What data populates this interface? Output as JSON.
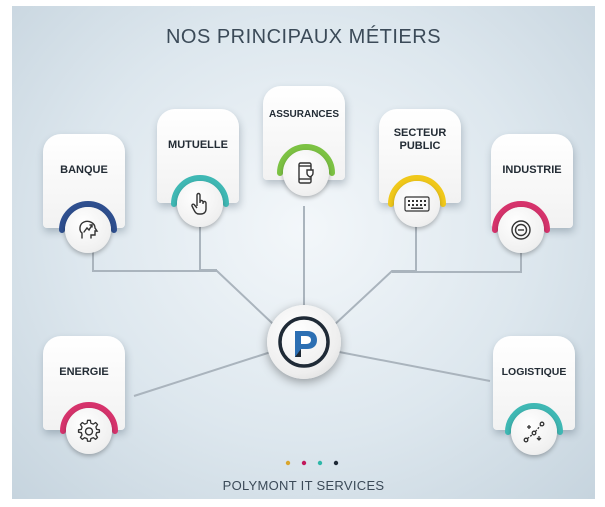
{
  "title": "NOS PRINCIPAUX MÉTIERS",
  "footer": "POLYMONT IT SERVICES",
  "hub": {
    "logo_letter": "P"
  },
  "sectors": [
    {
      "label": "BANQUE",
      "icon": "growth-chart-head-icon",
      "color": "#2e4f8f"
    },
    {
      "label": "MUTUELLE",
      "icon": "pointing-hand-icon",
      "color": "#3fb8b4"
    },
    {
      "label": "ASSURANCES",
      "icon": "phone-shield-icon",
      "color": "#7cc243"
    },
    {
      "label": "SECTEUR\nPUBLIC",
      "icon": "keyboard-icon",
      "color": "#f0c81a"
    },
    {
      "label": "INDUSTRIE",
      "icon": "industrial-button-icon",
      "color": "#d6336c"
    },
    {
      "label": "ENERGIE",
      "icon": "gear-icon",
      "color": "#d6336c"
    },
    {
      "label": "LOGISTIQUE",
      "icon": "route-network-icon",
      "color": "#3fb8b4"
    }
  ],
  "footer_dots": [
    "#d9a62e",
    "#c2185b",
    "#2fb7a9",
    "#1f2a36"
  ]
}
